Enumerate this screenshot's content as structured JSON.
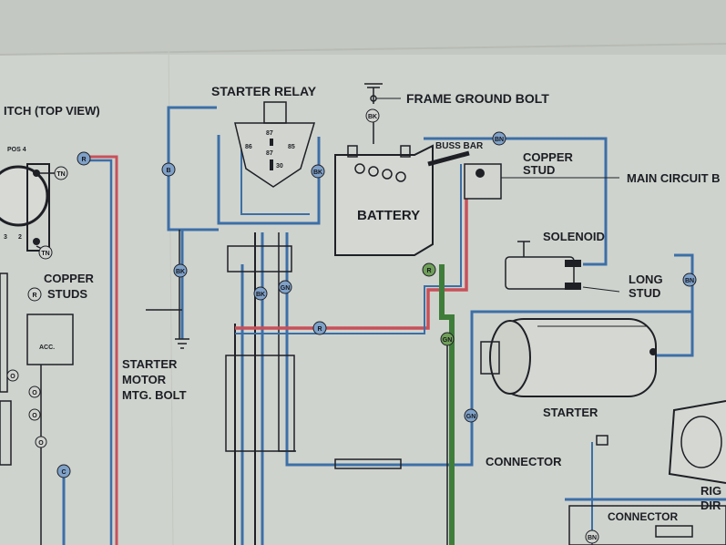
{
  "labels": {
    "switch_top_view": "ITCH (TOP VIEW)",
    "pos4": "POS 4",
    "starter_relay": "STARTER RELAY",
    "frame_ground_bolt": "FRAME GROUND BOLT",
    "buss_bar": "BUSS BAR",
    "copper_stud_1": "COPPER",
    "copper_stud_2": "STUD",
    "main_circuit": "MAIN CIRCUIT B",
    "battery": "BATTERY",
    "solenoid": "SOLENOID",
    "long_stud_1": "LONG",
    "long_stud_2": "STUD",
    "copper_studs_1": "COPPER",
    "copper_studs_2": "STUDS",
    "acc": "ACC.",
    "starter_motor_1": "STARTER",
    "starter_motor_2": "MOTOR",
    "starter_motor_3": "MTG. BOLT",
    "starter": "STARTER",
    "connector_1": "CONNECTOR",
    "connector_2": "CONNECTOR",
    "right_1": "RIG",
    "right_2": "DIR",
    "relay_87": "87",
    "relay_86": "86",
    "relay_85": "85",
    "relay_87b": "87",
    "relay_30": "30",
    "switch_3": "3",
    "switch_2": "2"
  },
  "wire_tags": {
    "r_top_switch": "R",
    "tn_1": "TN",
    "tn_2": "TN",
    "r_stud": "R",
    "o_1": "O",
    "o_2": "O",
    "o_3": "O",
    "o_4": "O",
    "c_1": "C",
    "bk_frame": "BK",
    "bk_relay": "BK",
    "b_relay": "B",
    "bk_left": "BK",
    "bk_mid": "BK",
    "gn_mid": "GN",
    "r_mid": "R",
    "bn_top": "BN",
    "r_buss": "R",
    "gn_bottom": "GN",
    "gn_right": "GN",
    "bn_right": "BN",
    "bn_bottom": "BN"
  },
  "colors": {
    "blue_wire": "#3c6fa8",
    "red_wire": "#c8505a",
    "green_wire": "#3f7d3a",
    "black_wire": "#1e2026",
    "tag_fill": "#7fa1c8",
    "green_tag_fill": "#6f9f58"
  }
}
